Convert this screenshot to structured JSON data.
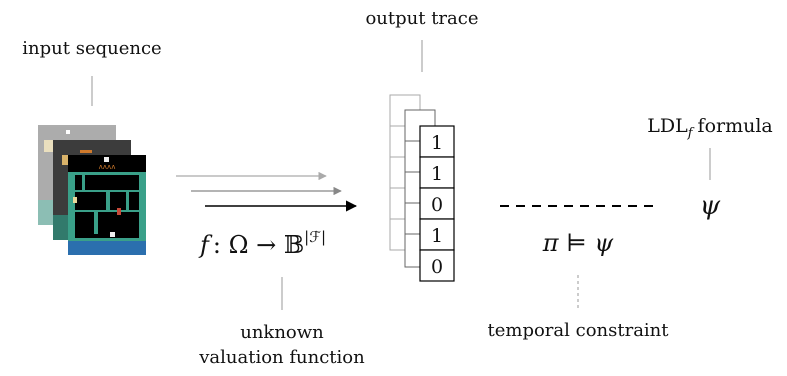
{
  "labels": {
    "input_sequence": "input sequence",
    "output_trace": "output trace",
    "ldlf_main": "LDL",
    "ldlf_sub": "f",
    "ldlf_rest": "formula",
    "psi": "ψ",
    "unknown_line1": "unknown",
    "unknown_line2": "valuation function",
    "temporal_constraint": "temporal constraint"
  },
  "formulas": {
    "valuation_f": "f",
    "valuation_rest": ": Ω → 𝔹",
    "valuation_exp": "|ℱ|",
    "constraint": "π ⊨ ψ"
  },
  "trace": {
    "values": [
      "1",
      "1",
      "0",
      "1",
      "0"
    ]
  },
  "colors": {
    "frame_back": "#8a8a8a",
    "frame_mid": "#555555",
    "frame_front": "#000000",
    "game_teal": "#3aa089",
    "game_orange": "#d07a2c",
    "arrow_light": "#aaaaaa",
    "arrow_mid": "#888888",
    "leader_line": "#999999"
  }
}
